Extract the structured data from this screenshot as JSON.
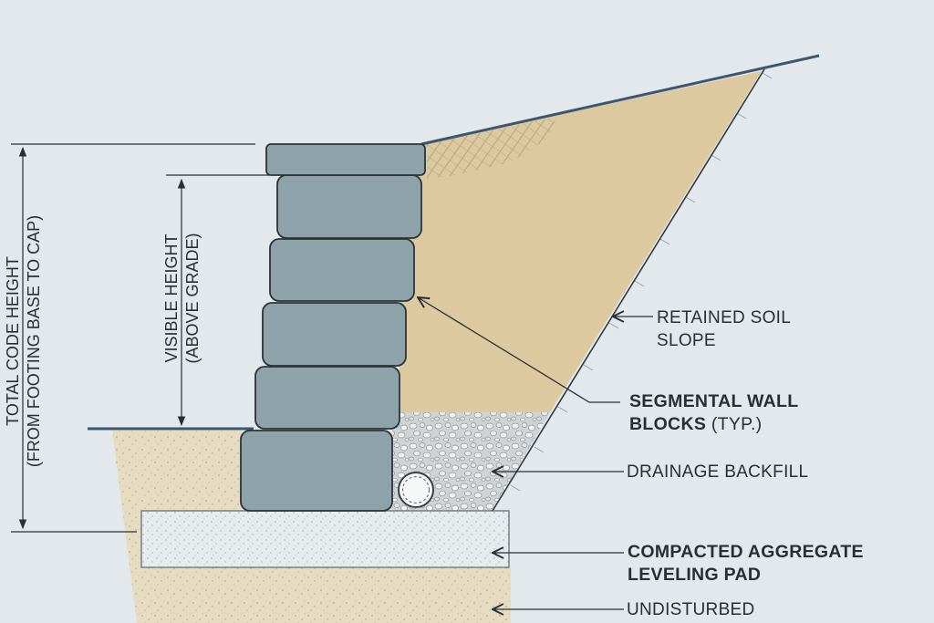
{
  "dimensions": {
    "total_height": {
      "line1": "TOTAL CODE HEIGHT",
      "line2": "(FROM FOOTING BASE TO CAP)"
    },
    "visible_height": {
      "line1": "VISIBLE HEIGHT",
      "line2": "(ABOVE GRADE)"
    }
  },
  "callouts": {
    "retained_soil": {
      "line1": "RETAINED SOIL",
      "line2": "SLOPE"
    },
    "wall_blocks": {
      "line1": "SEGMENTAL WALL",
      "line2_bold": "BLOCKS",
      "line2_note": " (TYP.)"
    },
    "drainage": {
      "text": "DRAINAGE BACKFILL"
    },
    "leveling_pad": {
      "line1": "COMPACTED AGGREGATE",
      "line2": "LEVELING PAD"
    },
    "undisturbed": {
      "text": "UNDISTURBED"
    }
  },
  "colors": {
    "background": "#e2e8ec",
    "block_fill": "#8ea2a9",
    "retained_soil": "#dcc9a0",
    "foreground_soil": "#e6dcc2",
    "gravel": "#cfd3d3",
    "leveling_pad": "#e6ebee",
    "grade_line": "#3d5670"
  }
}
